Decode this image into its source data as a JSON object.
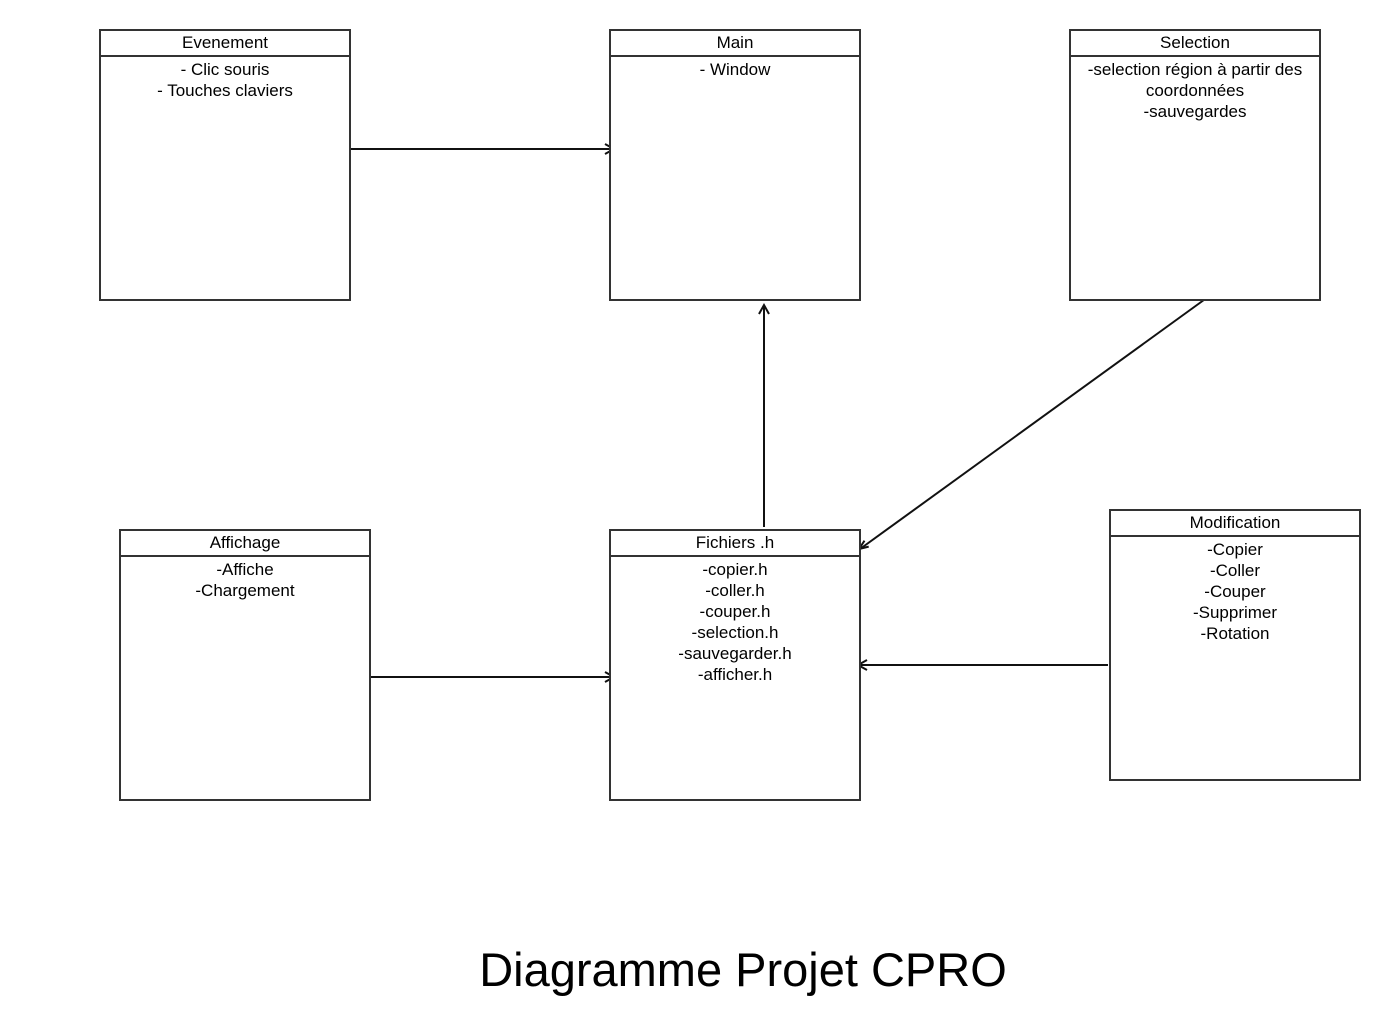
{
  "title": "Diagramme Projet CPRO",
  "colors": {
    "stroke": "#333333",
    "edge": "#111111",
    "text": "#000000",
    "background": "#ffffff"
  },
  "boxes": {
    "evenement": {
      "title": "Evenement",
      "items": [
        "- Clic souris",
        "- Touches claviers"
      ]
    },
    "main": {
      "title": "Main",
      "items": [
        "- Window"
      ]
    },
    "selection": {
      "title": "Selection",
      "items": [
        "-selection région à partir des",
        "coordonnées",
        "-sauvegardes"
      ]
    },
    "affichage": {
      "title": "Affichage",
      "items": [
        "-Affiche",
        "-Chargement"
      ]
    },
    "fichiers": {
      "title": "Fichiers .h",
      "items": [
        "-copier.h",
        "-coller.h",
        "-couper.h",
        "-selection.h",
        "-sauvegarder.h",
        "-afficher.h"
      ]
    },
    "modification": {
      "title": "Modification",
      "items": [
        "-Copier",
        "-Coller",
        "-Couper",
        "-Supprimer",
        "-Rotation"
      ]
    }
  },
  "edges": [
    {
      "from": "evenement",
      "to": "main"
    },
    {
      "from": "fichiers",
      "to": "main"
    },
    {
      "from": "selection",
      "to": "fichiers"
    },
    {
      "from": "affichage",
      "to": "fichiers"
    },
    {
      "from": "modification",
      "to": "fichiers"
    }
  ]
}
